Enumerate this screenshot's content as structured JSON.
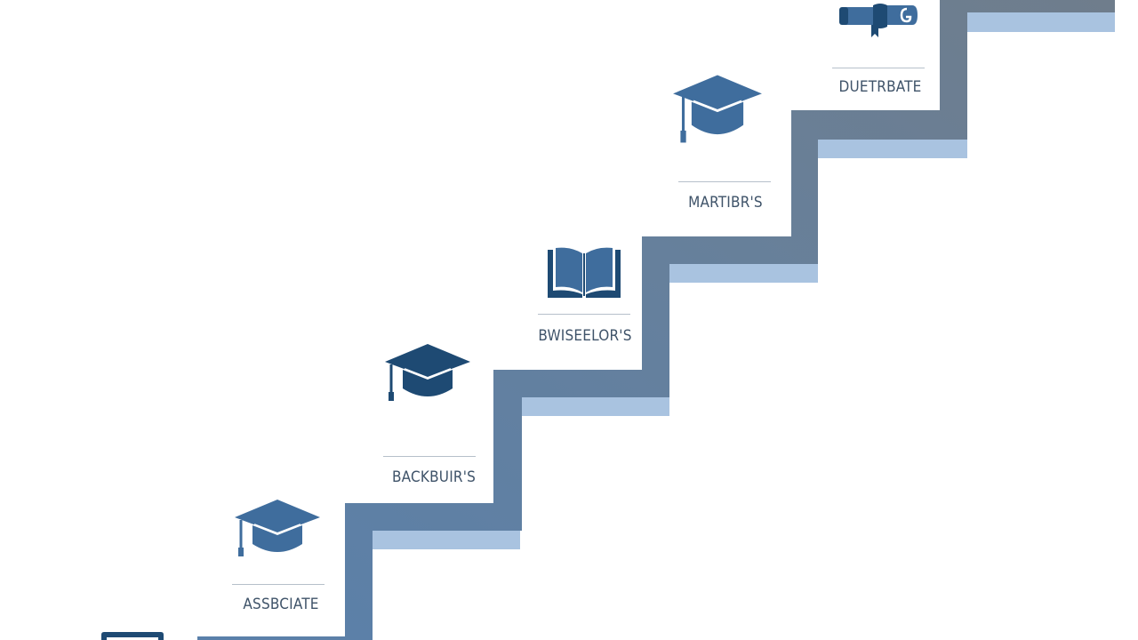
{
  "diagram": {
    "steps": [
      {
        "label": "ASSBCIATE",
        "icon": "graduation-cap-icon"
      },
      {
        "label": "BACKBUIR'S",
        "icon": "graduation-cap-icon"
      },
      {
        "label": "BWISEELOR'S",
        "icon": "open-book-icon"
      },
      {
        "label": "MARTIBR'S",
        "icon": "graduation-cap-icon"
      },
      {
        "label": "DUETRBATE",
        "icon": "diploma-scroll-icon"
      }
    ],
    "colors": {
      "stair_dark": "#6f7f91",
      "stair_blue": "#5a80aa",
      "stair_light": "#a9c3e0",
      "icon_dark": "#1e4a73",
      "icon_mid": "#3f6d9d"
    }
  }
}
